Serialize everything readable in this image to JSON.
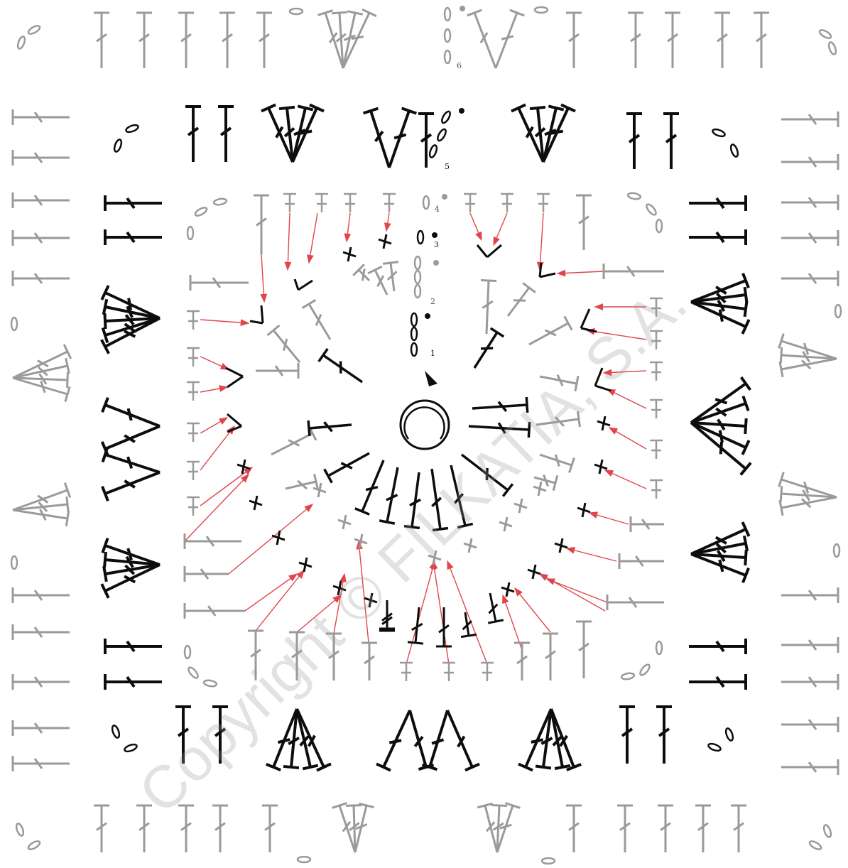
{
  "diagram": {
    "colors": {
      "odd_rounds": "#0d0d0d",
      "even_rounds": "#9a9a9a",
      "arrow": "#e1454a",
      "background": "#ffffff"
    },
    "start_marker": "magic-ring-icon",
    "start_direction": "start-arrow-icon",
    "round_labels": [
      "1",
      "2",
      "3",
      "4",
      "5",
      "6"
    ],
    "symbol_legend_names": [
      "chain-stitch-icon",
      "single-crochet-icon",
      "double-crochet-icon",
      "half-double-crochet-icon",
      "slip-stitch-icon"
    ],
    "watermark": "Copyright © FILKATIA, S.A."
  }
}
